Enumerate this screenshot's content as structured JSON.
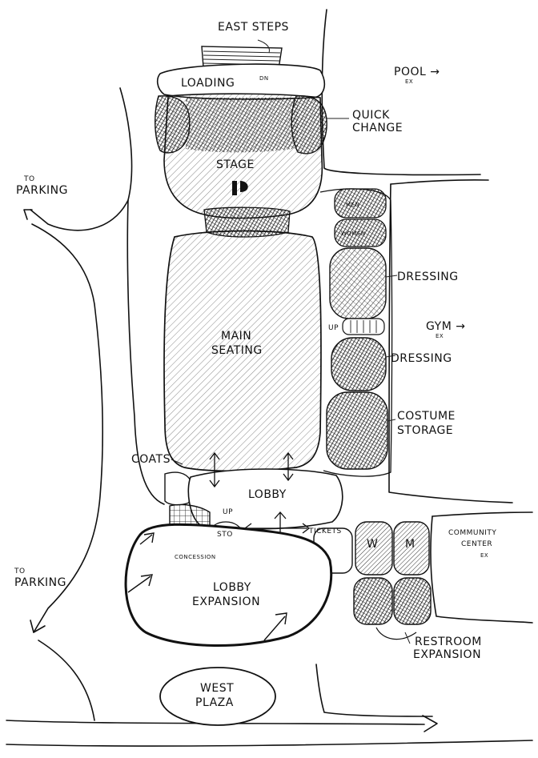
{
  "labels": {
    "east_steps": "EAST STEPS",
    "dn_top": "DN",
    "loading": "LOADING",
    "quick_change_1": "QUICK",
    "quick_change_2": "CHANGE",
    "pool": "POOL →",
    "pool_ex": "EX",
    "stage": "STAGE",
    "to_parking_top_1": "TO",
    "to_parking_top_2": "PARKING",
    "men": "MEN",
    "women": "WOMEN",
    "dressing_1": "DRESSING",
    "main_1": "MAIN",
    "main_2": "SEATING",
    "up_mid": "UP",
    "gym": "GYM →",
    "gym_ex": "EX",
    "dressing_2": "DRESSING",
    "costume_1": "COSTUME",
    "costume_2": "STORAGE",
    "coats": "COATS",
    "lobby": "LOBBY",
    "up_lobby": "UP",
    "sto": "STO",
    "tickets": "TICKETS",
    "w": "W",
    "m": "M",
    "community_1": "COMMUNITY",
    "community_2": "CENTER",
    "community_ex": "EX",
    "concession": "CONCESSION",
    "to_parking_bot_1": "TO",
    "to_parking_bot_2": "PARKING",
    "lobby_exp_1": "LOBBY",
    "lobby_exp_2": "EXPANSION",
    "restroom_1": "RESTROOM",
    "restroom_2": "EXPANSION",
    "west_1": "WEST",
    "west_2": "PLAZA"
  }
}
